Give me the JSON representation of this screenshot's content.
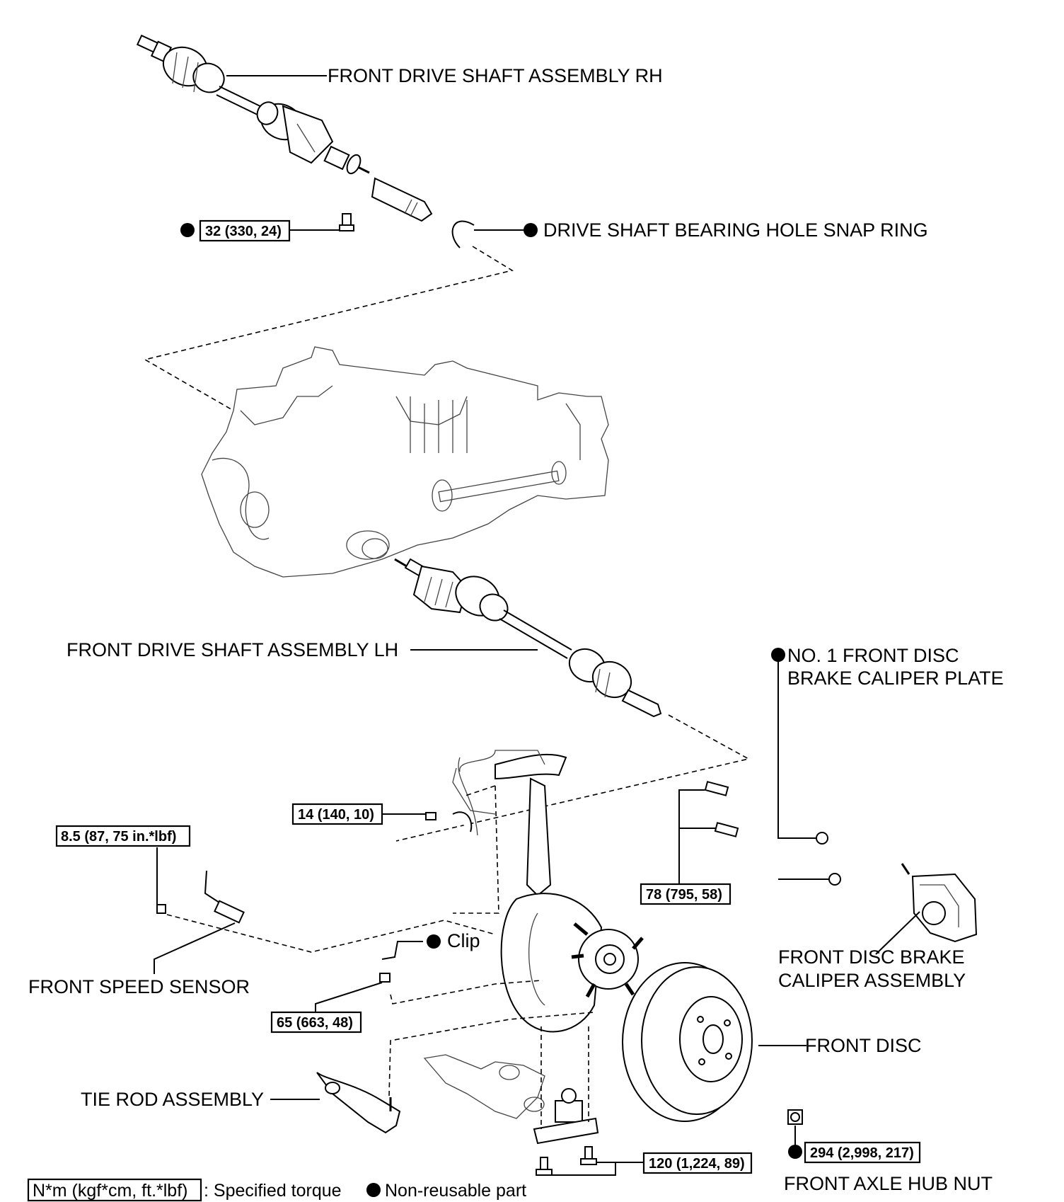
{
  "labels": {
    "drive_shaft_rh": "FRONT DRIVE SHAFT ASSEMBLY RH",
    "snap_ring": "DRIVE SHAFT BEARING HOLE SNAP RING",
    "drive_shaft_lh": "FRONT DRIVE SHAFT ASSEMBLY LH",
    "caliper_plate_line1": "NO. 1 FRONT DISC",
    "caliper_plate_line2": "BRAKE CALIPER PLATE",
    "clip": "Clip",
    "speed_sensor": "FRONT SPEED SENSOR",
    "caliper_line1": "FRONT DISC BRAKE",
    "caliper_line2": "CALIPER ASSEMBLY",
    "front_disc": "FRONT DISC",
    "tie_rod": "TIE ROD ASSEMBLY",
    "hub_nut": "FRONT AXLE HUB NUT"
  },
  "torques": {
    "t32": "32 (330, 24)",
    "t14": "14 (140, 10)",
    "t8_5": "8.5 (87, 75 in.*lbf)",
    "t78": "78 (795, 58)",
    "t65": "65 (663, 48)",
    "t120": "120 (1,224, 89)",
    "t294": "294 (2,998, 217)"
  },
  "legend": {
    "torque_unit": "N*m (kgf*cm, ft.*lbf)",
    "torque_text": ": Specified torque",
    "nonreusable_text": "Non-reusable part"
  },
  "colors": {
    "ink": "#000000",
    "background": "#ffffff"
  }
}
